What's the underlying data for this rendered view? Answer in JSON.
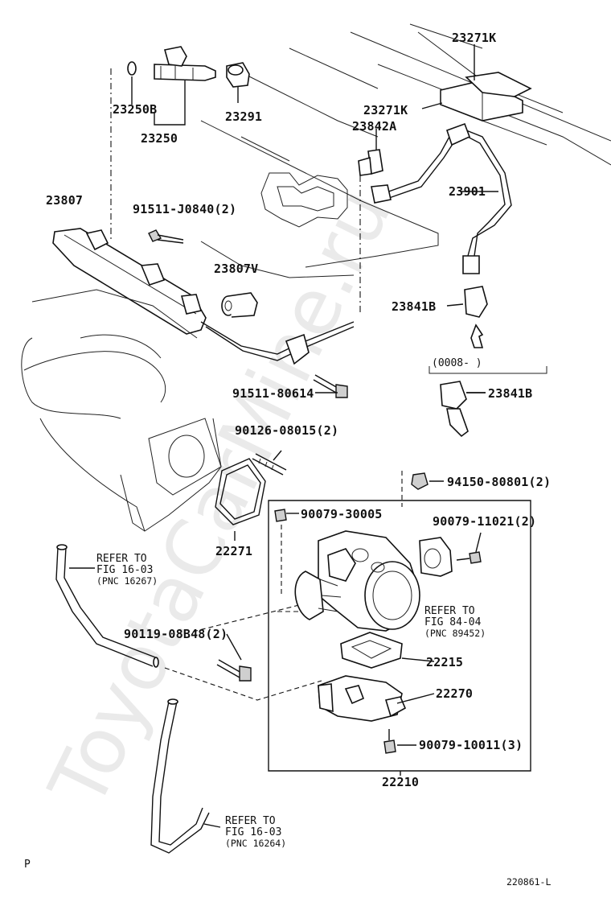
{
  "watermark": "ToyotaCarMine.ru",
  "parts": {
    "p23271K_top": "23271K",
    "p23271K": "23271K",
    "p23250B": "23250B",
    "p23250": "23250",
    "p23291": "23291",
    "p23842A": "23842A",
    "p23901": "23901",
    "p23807": "23807",
    "p91511_J0840": "91511-J0840(2)",
    "p23807V": "23807V",
    "p23841B_a": "23841B",
    "p23841B_b": "23841B",
    "p91511_80614": "91511-80614",
    "p90126_08015": "90126-08015(2)",
    "p94150_80801": "94150-80801(2)",
    "p90079_30005": "90079-30005",
    "p90079_11021": "90079-11021(2)",
    "p22271": "22271",
    "p90119_08B48": "90119-08B48(2)",
    "p22215": "22215",
    "p22270": "22270",
    "p90079_10011": "90079-10011(3)",
    "p22210": "22210"
  },
  "serial_range": "(0008-      )",
  "references": [
    {
      "title": "REFER TO",
      "fig": "FIG 16-03",
      "pnc": "(PNC 16267)"
    },
    {
      "title": "REFER TO",
      "fig": "FIG 84-04",
      "pnc": "(PNC 89452)"
    },
    {
      "title": "REFER TO",
      "fig": "FIG 16-03",
      "pnc": "(PNC 16264)"
    }
  ],
  "footer": {
    "left_mark": "P",
    "diagram_id": "220861-L"
  }
}
